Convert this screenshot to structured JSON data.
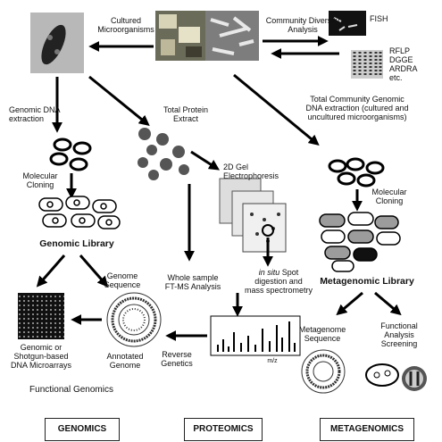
{
  "labels": {
    "cultured": "Cultured\nMicroorganisms",
    "community_diversity": "Community Diversity\nAnalysis",
    "fish": "FISH",
    "rflp": "RFLP\nDGGE\nARDRA\netc.",
    "genomic_dna": "Genomic DNA\nextraction",
    "total_protein": "Total Protein\nExtract",
    "total_community": "Total Community Genomic\nDNA extraction (cultured and\nuncultured microorganisms)",
    "molecular_cloning_left": "Molecular\nCloning",
    "gel": "2D Gel\nElectrophoresis",
    "molecular_cloning_right": "Molecular\nCloning",
    "genomic_library": "Genomic Library",
    "genome_sequence": "Genome\nSequence",
    "whole_sample": "Whole sample\nFT-MS Analysis",
    "insitu_em": "in situ",
    "insitu_rest": " Spot\ndigestion and\nmass spectrometry",
    "metagenomic_library": "Metagenomic Library",
    "metagenome_sequence": "Metagenome\nSequence",
    "functional_screening": "Functional\nAnalysis\nScreening",
    "microarrays": "Genomic or\nShotgun-based\nDNA Microarrays",
    "annotated_genome": "Annotated\nGenome",
    "reverse_genetics": "Reverse\nGenetics",
    "functional_genomics": "Functional Genomics",
    "spectrum_axis": "m/z"
  },
  "footer": {
    "genomics": "GENOMICS",
    "proteomics": "PROTEOMICS",
    "metagenomics": "METAGENOMICS"
  },
  "colors": {
    "arrow": "#000000",
    "photo_dark": "#1a1a1a",
    "photo_gray": "#9a9a9a",
    "cell_gray": "#9c9c9c"
  }
}
